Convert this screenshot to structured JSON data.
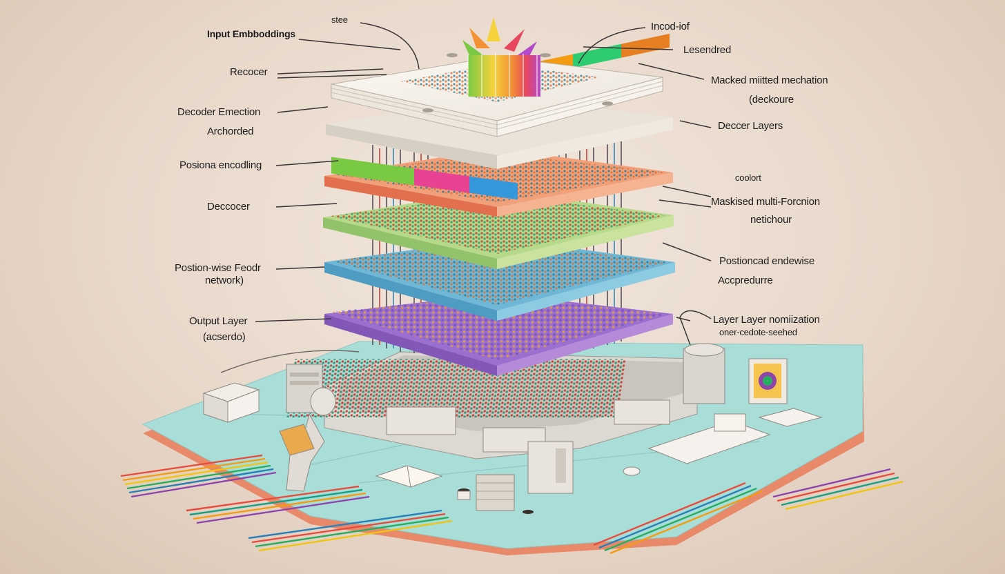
{
  "labels_left": {
    "input_embeddings": "Input Embboddings",
    "recocer": "Recocer",
    "decoder_emection": "Decoder Emection",
    "archorded": "Archorded",
    "posiona_encoding": "Posiona encodling",
    "deccocer": "Deccocer",
    "postion_wise_1": "Postion-wise Feodr",
    "postion_wise_2": "network)",
    "output_layer": "Output Layer",
    "acserdo": "(acserdo)"
  },
  "labels_top": {
    "stee": "stee"
  },
  "labels_right": {
    "incodof": "Incod-iof",
    "lesendred": "Lesendred",
    "macked_1": "Macked miitted mechation",
    "macked_2": "(deckoure",
    "deccer_layers": "Deccer Layers",
    "coolort": "coolort",
    "maskised_1": "Maskised multi-Forcnion",
    "maskised_2": "netichour",
    "postioncad_1": "Postioncad endewise",
    "postioncad_2": "Accpredurre",
    "layer_norm_1": "Layer Layer nomiization",
    "layer_norm_2": "oner-cedote-seehed"
  },
  "colors": {
    "background": "#eadbcd",
    "platform": "#a9ddd8",
    "platform_edge": "#e3876a",
    "plate_top": "#f4f0ea"
  },
  "icons": [
    "leader-lines",
    "prism-bar-chart",
    "isometric-layer-stack",
    "person-with-laptop",
    "server-box",
    "desktop-computer",
    "keyboard",
    "mouse",
    "open-book",
    "paper-stack",
    "coffee-cup",
    "printer",
    "colored-cables"
  ]
}
